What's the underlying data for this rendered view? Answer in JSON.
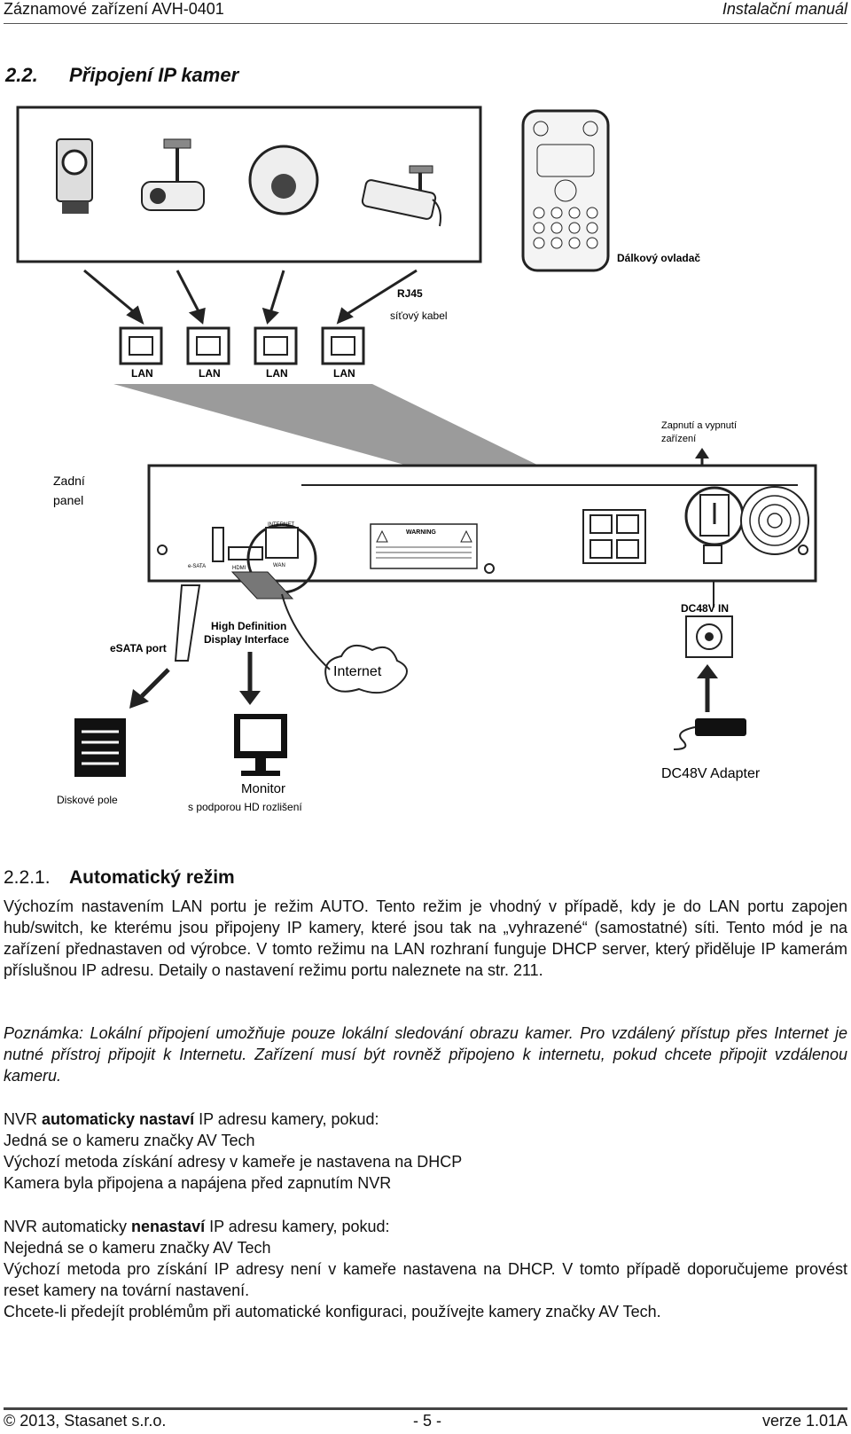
{
  "header": {
    "left": "Záznamové zařízení AVH-0401",
    "right": "Instalační manuál"
  },
  "section": {
    "number": "2.2.",
    "title": "Připojení IP kamer"
  },
  "diagram": {
    "remote_label": "Dálkový ovladač",
    "rj45_label": "RJ45",
    "cable_label": "síťový kabel",
    "lan_label": "LAN",
    "rear_panel_label_1": "Zadní",
    "rear_panel_label_2": "panel",
    "power_switch_label_1": "Zapnutí a vypnutí",
    "power_switch_label_2": "zařízení",
    "dc_in_label": "DC48V IN",
    "hdmi_label_1": "High Definition",
    "hdmi_label_2": "Display Interface",
    "esata_label": "eSATA port",
    "internet_label": "Internet",
    "adapter_label": "DC48V Adapter",
    "disk_label": "Diskové pole",
    "monitor_label": "Monitor",
    "monitor_sub_label": "s podporou HD rozlišení",
    "port_internet": "INTERNET",
    "port_wan": "WAN",
    "port_esata": "e-SATA",
    "port_hdmi": "HDMI",
    "warning_label": "WARNING"
  },
  "subsection": {
    "number": "2.2.1.",
    "title": "Automatický režim"
  },
  "para1": "Výchozím nastavením LAN portu je režim AUTO. Tento režim je vhodný v případě, kdy je do LAN portu zapojen hub/switch, ke kterému jsou připojeny IP kamery, které jsou tak na „vyhrazené“ (samostatné) síti. Tento mód je na zařízení přednastaven od výrobce. V tomto režimu na LAN rozhraní funguje  DHCP server, který přiděluje IP kamerám příslušnou IP adresu. Detaily o nastavení režimu portu naleznete na str. 211.",
  "note": "Poznámka: Lokální připojení umožňuje pouze lokální sledování obrazu kamer. Pro vzdálený přístup přes Internet je nutné přístroj připojit k Internetu. Zařízení musí být rovněž připojeno k internetu, pokud chcete připojit vzdálenou kameru.",
  "auto": {
    "prefix": "NVR ",
    "bold": "automaticky nastaví",
    "suffix": " IP adresu kamery, pokud:",
    "lines": [
      "Jedná se o kameru značky AV Tech",
      "Výchozí metoda získání adresy v kameře je nastavena na DHCP",
      "Kamera byla připojena a napájena před zapnutím NVR"
    ]
  },
  "noauto": {
    "prefix": "NVR automaticky ",
    "bold": "nenastaví",
    "suffix": " IP adresu kamery, pokud:",
    "line1": "Nejedná se o kameru značky AV Tech",
    "line2": "Výchozí metoda pro získání IP adresy není v kameře nastavena na DHCP. V tomto případě doporučujeme provést reset kamery na tovární nastavení.",
    "line3": "Chcete-li předejít problémům při automatické konfiguraci, používejte kamery značky AV Tech."
  },
  "footer": {
    "left": "© 2013, Stasanet s.r.o.",
    "center": "- 5 -",
    "right": "verze 1.01A"
  }
}
